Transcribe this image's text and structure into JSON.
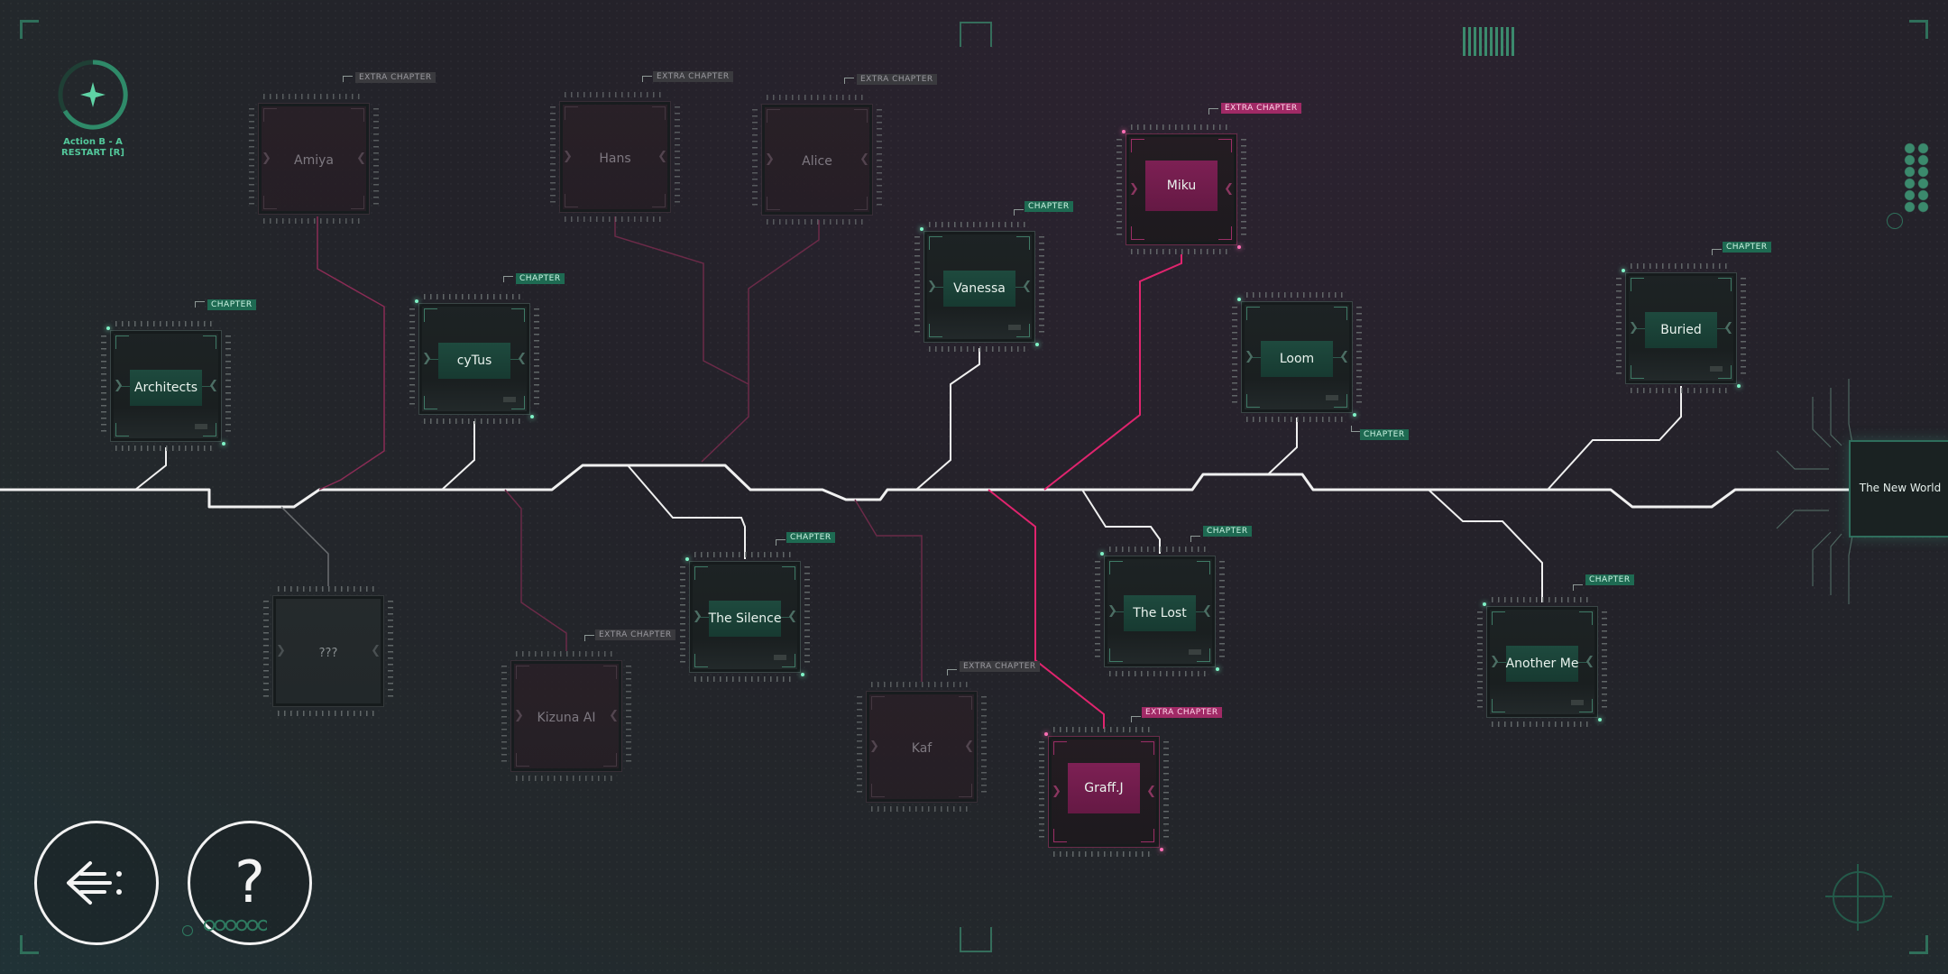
{
  "hud": {
    "action_hint": "Action B - A",
    "restart_hint": "RESTART [R]"
  },
  "chapters": [
    {
      "id": "architects",
      "name": "Architects",
      "tag": "CHAPTER",
      "state": "unlocked"
    },
    {
      "id": "cytus",
      "name": "cyTus",
      "tag": "CHAPTER",
      "state": "unlocked"
    },
    {
      "id": "amiya",
      "name": "Amiya",
      "tag": "EXTRA CHAPTER",
      "state": "locked"
    },
    {
      "id": "hans",
      "name": "Hans",
      "tag": "EXTRA CHAPTER",
      "state": "locked"
    },
    {
      "id": "alice",
      "name": "Alice",
      "tag": "EXTRA CHAPTER",
      "state": "locked"
    },
    {
      "id": "vanessa",
      "name": "Vanessa",
      "tag": "CHAPTER",
      "state": "unlocked"
    },
    {
      "id": "miku",
      "name": "Miku",
      "tag": "EXTRA CHAPTER",
      "state": "extra"
    },
    {
      "id": "loom",
      "name": "Loom",
      "tag": "CHAPTER",
      "state": "unlocked"
    },
    {
      "id": "buried",
      "name": "Buried",
      "tag": "CHAPTER",
      "state": "unlocked"
    },
    {
      "id": "unknown",
      "name": "???",
      "tag": "",
      "state": "unknown"
    },
    {
      "id": "kizuna",
      "name": "Kizuna AI",
      "tag": "EXTRA CHAPTER",
      "state": "locked"
    },
    {
      "id": "silence",
      "name": "The Silence",
      "tag": "CHAPTER",
      "state": "unlocked"
    },
    {
      "id": "kaf",
      "name": "Kaf",
      "tag": "EXTRA CHAPTER",
      "state": "locked"
    },
    {
      "id": "graff",
      "name": "Graff.J",
      "tag": "EXTRA CHAPTER",
      "state": "extra"
    },
    {
      "id": "lost",
      "name": "The Lost",
      "tag": "CHAPTER",
      "state": "unlocked"
    },
    {
      "id": "anotherme",
      "name": "Another Me",
      "tag": "CHAPTER",
      "state": "unlocked"
    }
  ],
  "final_node": {
    "name": "The New World"
  },
  "buttons": {
    "back_icon": "back-arrow-icon",
    "help_label": "?"
  },
  "colors": {
    "accent_green": "#1e6a52",
    "accent_pink": "#a12a66",
    "wire_white": "#f0f0f0",
    "wire_pink": "#e0246e"
  }
}
